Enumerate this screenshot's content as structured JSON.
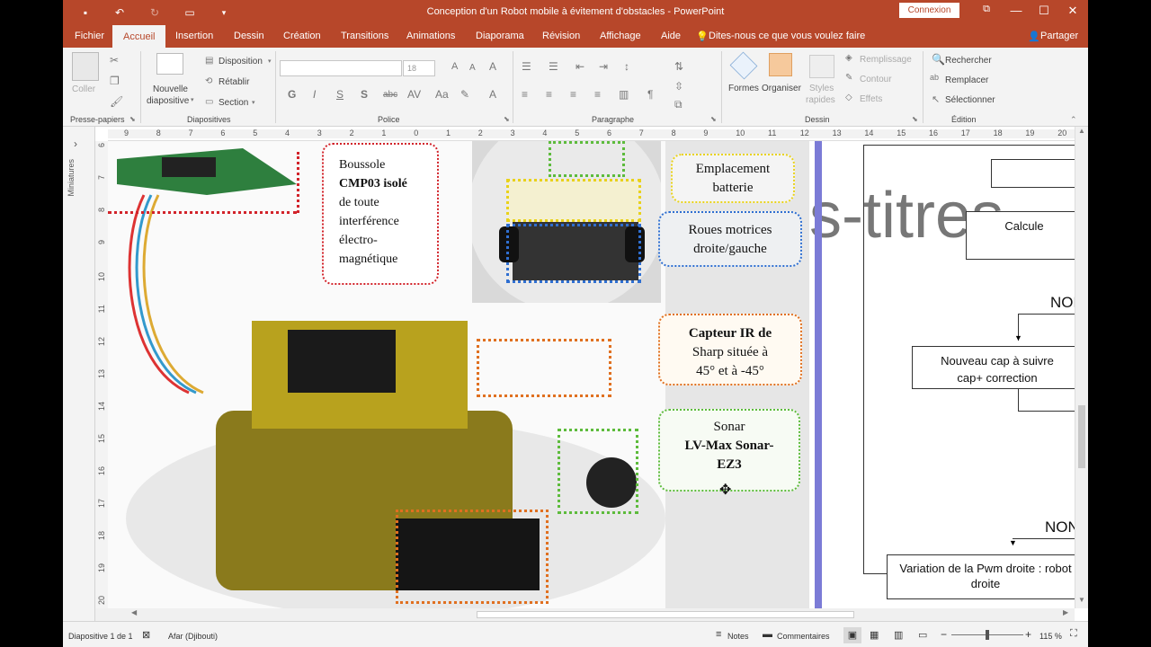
{
  "window": {
    "title": "Conception d'un Robot mobile à évitement d'obstacles  -  PowerPoint",
    "connexion": "Connexion",
    "restore_icon": "window-restore-icon",
    "minimize": "—",
    "maximize": "☐",
    "close": "✕"
  },
  "tabs": {
    "fichier": "Fichier",
    "accueil": "Accueil",
    "insertion": "Insertion",
    "dessin": "Dessin",
    "creation": "Création",
    "transitions": "Transitions",
    "animations": "Animations",
    "diaporama": "Diaporama",
    "revision": "Révision",
    "affichage": "Affichage",
    "aide": "Aide",
    "tell_me": "Dites-nous ce que vous voulez faire",
    "partager": "Partager"
  },
  "ribbon": {
    "coller": "Coller",
    "presse_papiers": "Presse-papiers",
    "nouvelle": "Nouvelle",
    "diapositive": "diapositive",
    "disposition": "Disposition",
    "retablir": "Rétablir",
    "section": "Section",
    "diapositives": "Diapositives",
    "font_size": "18",
    "police": "Police",
    "bold": "G",
    "italic": "I",
    "underline": "S",
    "shadow": "S",
    "strike": "abc",
    "paragraphe": "Paragraphe",
    "formes": "Formes",
    "organiser": "Organiser",
    "styles": "Styles",
    "rapides": "rapides",
    "remplissage": "Remplissage",
    "contour": "Contour",
    "effets": "Effets",
    "dessin": "Dessin",
    "rechercher": "Rechercher",
    "remplacer": "Remplacer",
    "selectionner": "Sélectionner",
    "edition": "Édition"
  },
  "hruler": [
    "9",
    "8",
    "7",
    "6",
    "5",
    "4",
    "3",
    "2",
    "1",
    "0",
    "1",
    "2",
    "3",
    "4",
    "5",
    "6",
    "7",
    "8",
    "9",
    "10",
    "11",
    "12",
    "13",
    "14",
    "15",
    "16",
    "17",
    "18",
    "19",
    "20"
  ],
  "vruler": [
    "6",
    "7",
    "8",
    "9",
    "10",
    "11",
    "12",
    "13",
    "14",
    "15",
    "16",
    "17",
    "18",
    "19",
    "20"
  ],
  "left_panel": {
    "miniatures": "Miniatures",
    "expand": "›"
  },
  "slide": {
    "boussole": [
      "Boussole",
      "CMP03 isolé",
      "de toute",
      "interférence",
      "électro-",
      "magnétique"
    ],
    "emplacement": [
      "Emplacement",
      "batterie"
    ],
    "roues": [
      "Roues motrices",
      "droite/gauche"
    ],
    "capteur": [
      "Capteur IR de",
      "Sharp située  à",
      "45° et à -45°"
    ],
    "sonar": [
      "Sonar",
      "LV-Max Sonar-",
      "EZ3"
    ]
  },
  "slide2": {
    "bg_text": "s-titres",
    "calcule": "Calcule",
    "non1": "NON",
    "nouveau_cap": [
      "Nouveau cap à suivre",
      "cap+ correction"
    ],
    "non2": "NON",
    "variation": [
      "Variation de la Pwm droite : robot",
      "droite"
    ]
  },
  "status": {
    "slide": "Diapositive 1 de 1",
    "language": "Afar (Djibouti)",
    "notes": "Notes",
    "commentaires": "Commentaires",
    "zoom": "115 %"
  }
}
